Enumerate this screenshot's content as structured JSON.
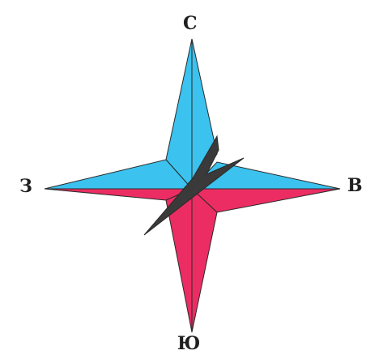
{
  "compass": {
    "labels": {
      "north": "С",
      "south": "Ю",
      "west": "З",
      "east": "В"
    },
    "colors": {
      "upper_half": "#3BC2EE",
      "lower_half": "#EC2D63",
      "needle": "#3A3A3A",
      "outline": "#2a2a2a",
      "label_text": "#1f1f1f"
    }
  }
}
